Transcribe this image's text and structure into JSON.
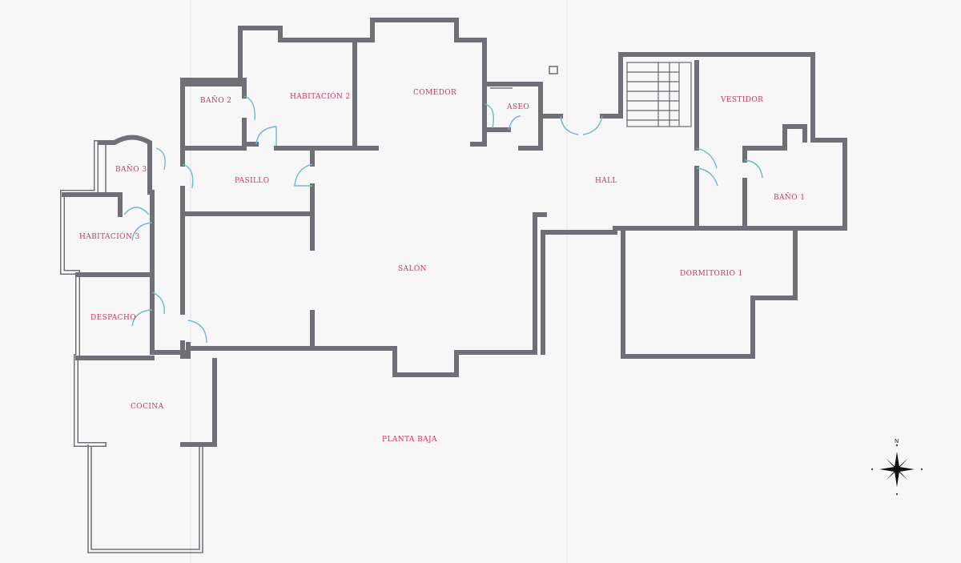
{
  "plan": {
    "title": "PLANTA BAJA",
    "rooms": {
      "bano2": "BAÑO 2",
      "habitacion2": "HABITACIÓN 2",
      "comedor": "COMEDOR",
      "aseo": "ASEO",
      "vestidor": "VESTIDOR",
      "bano3": "BAÑO 3",
      "pasillo": "PASILLO",
      "hall": "HALL",
      "bano1": "BAÑO 1",
      "habitacion3": "HABITACIÓN 3",
      "salon": "SALÓN",
      "dormitorio1": "DORMITORIO 1",
      "despacho": "DESPACHO",
      "cocina": "COCINA"
    },
    "compass": {
      "north": "N",
      "icon": "compass-rose-icon"
    }
  },
  "colors": {
    "walls": "#6f6f77",
    "labels": "#c8365a",
    "doors": "#6fb8cc"
  }
}
